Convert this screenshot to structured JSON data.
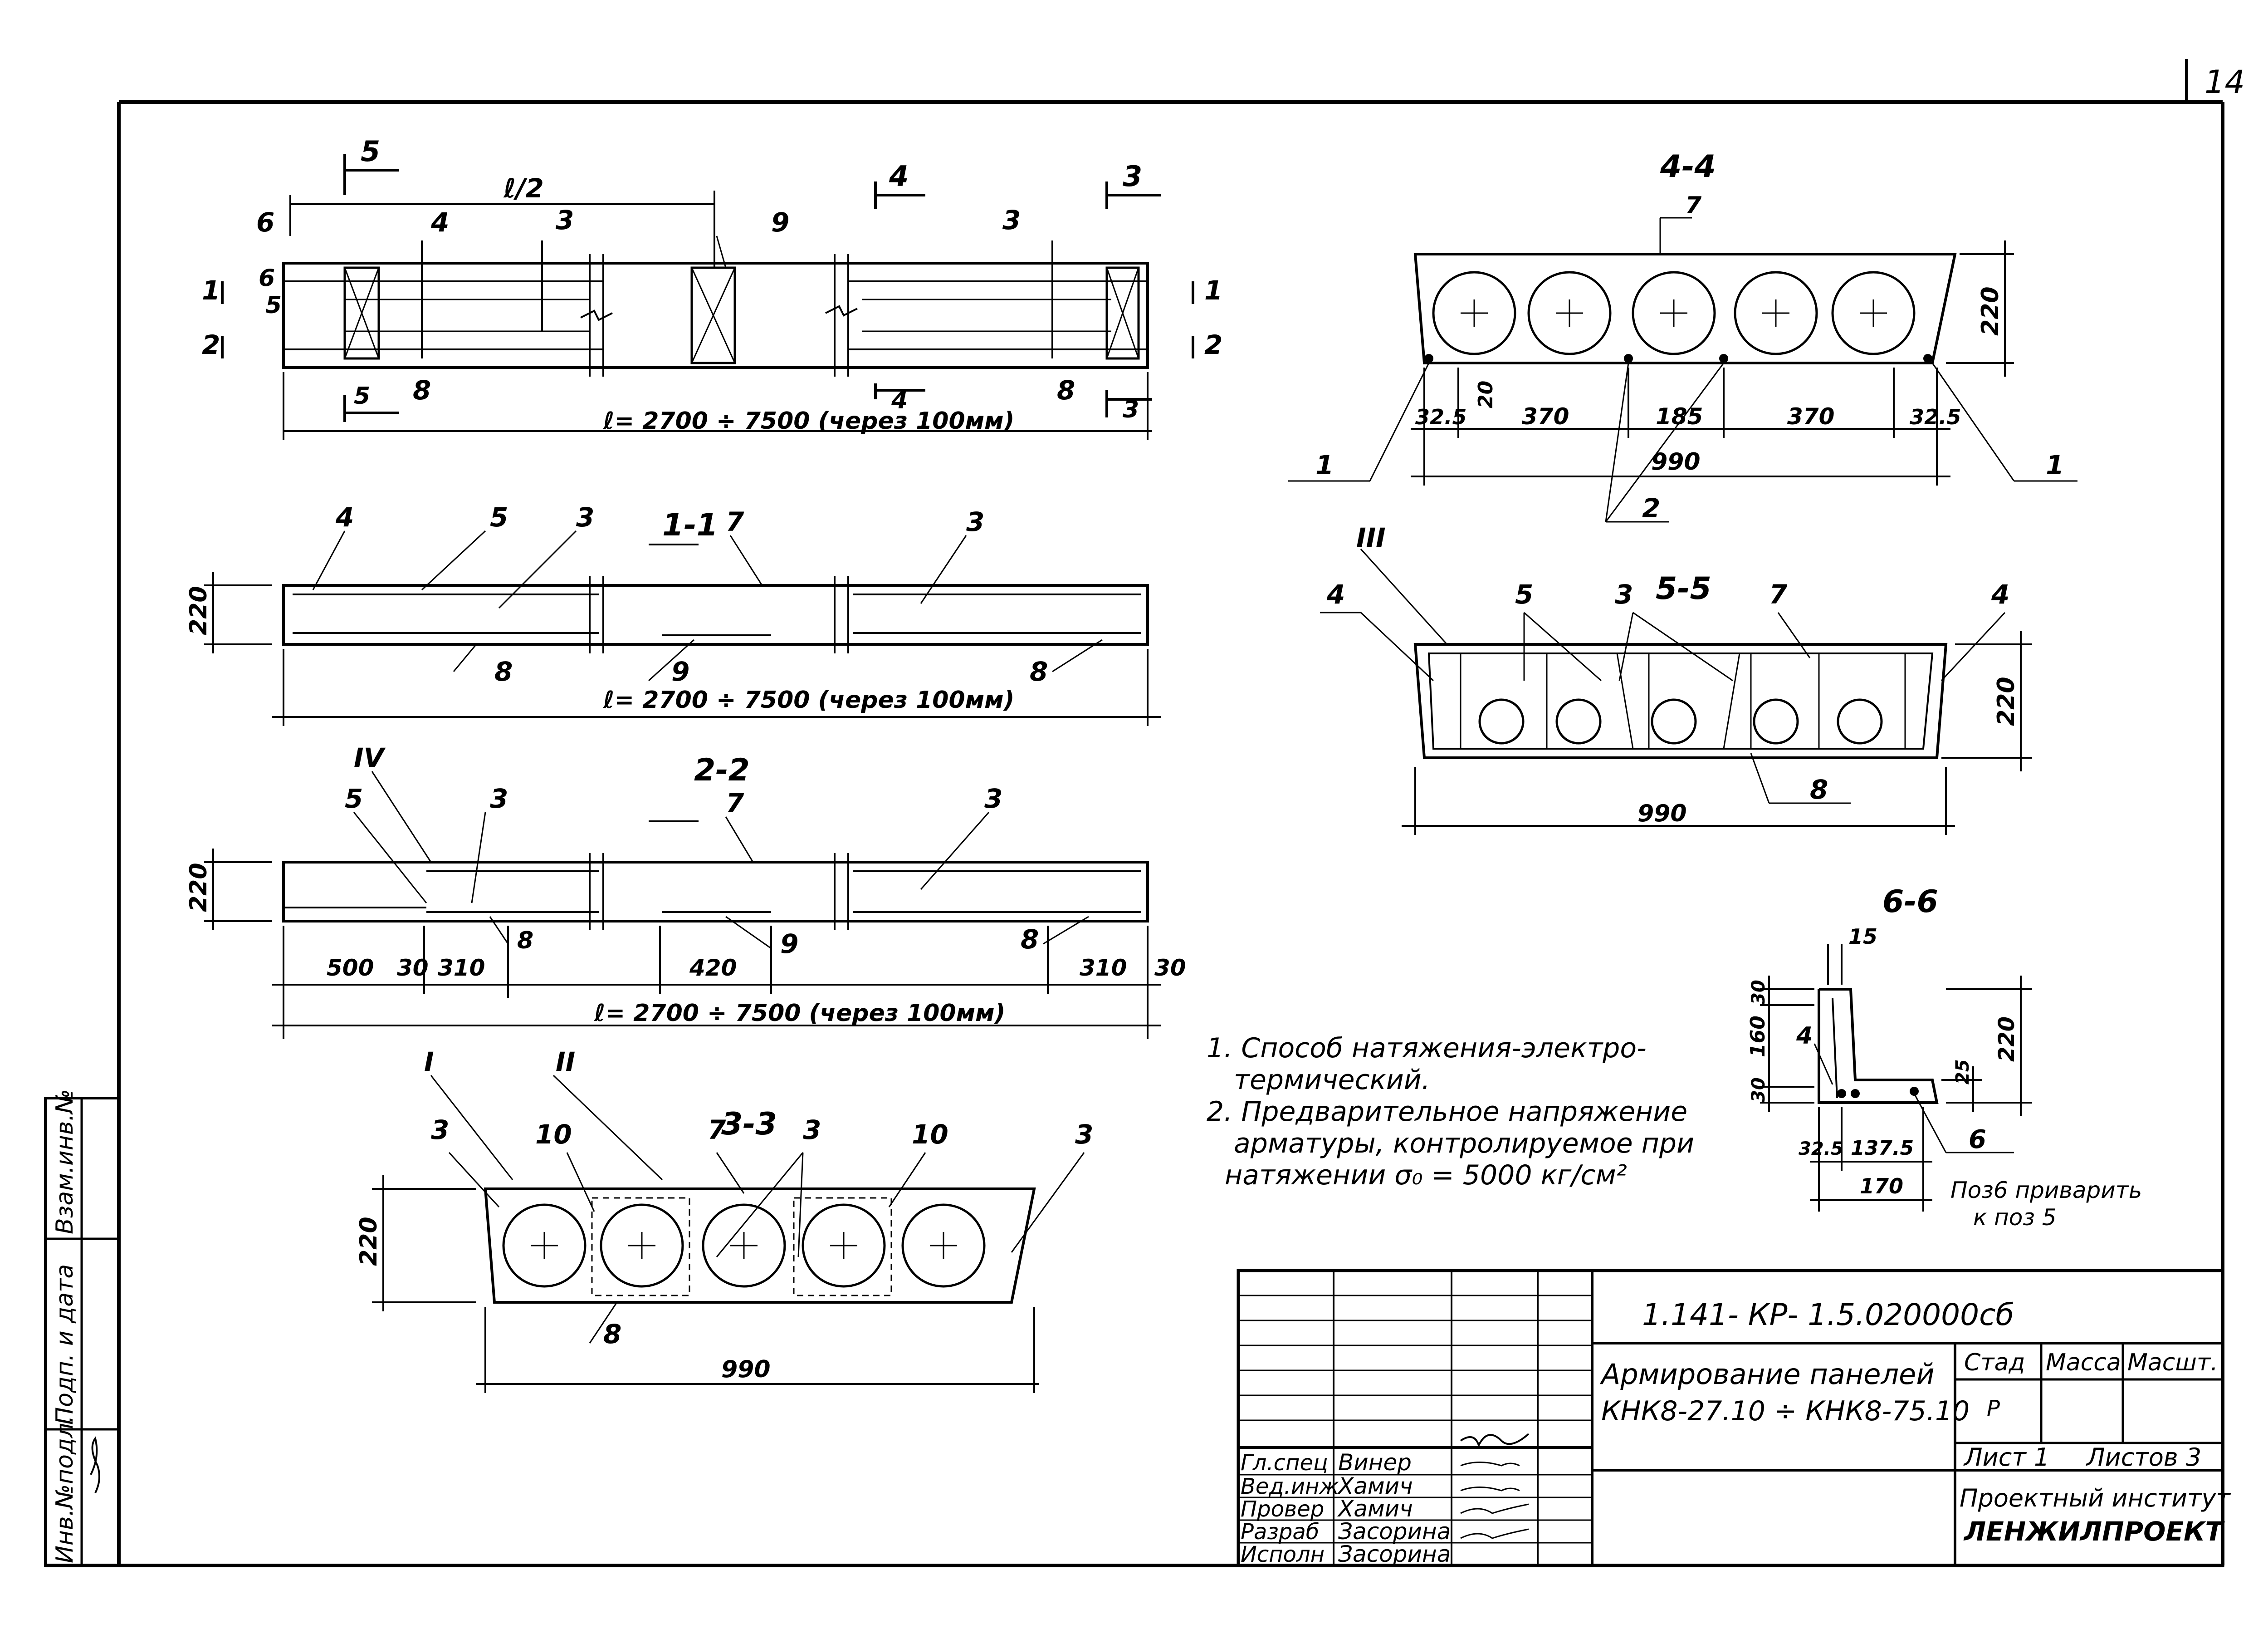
{
  "sheet_number": "14",
  "plan": {
    "top": {
      "half_span": "ℓ/2",
      "length": "ℓ= 2700 ÷ 7500 (через 100мм)",
      "callouts": [
        "5",
        "4",
        "3",
        "6",
        "6",
        "5",
        "1",
        "2",
        "4",
        "3",
        "9",
        "3",
        "8",
        "5",
        "8",
        "4",
        "3",
        "1",
        "2"
      ]
    },
    "sec11": {
      "title": "1-1",
      "h": "220",
      "length": "ℓ= 2700 ÷ 7500 (через 100мм)",
      "callouts": [
        "4",
        "5",
        "3",
        "7",
        "3",
        "8",
        "9",
        "8"
      ]
    },
    "sec22": {
      "title": "2-2",
      "h": "220",
      "length": "ℓ= 2700 ÷ 7500 (через 100мм)",
      "roman": "IV",
      "callouts": [
        "5",
        "3",
        "7",
        "3",
        "8",
        "9",
        "8"
      ],
      "dims": [
        "500",
        "30",
        "310",
        "420",
        "310",
        "30"
      ]
    },
    "sec33": {
      "title": "3-3",
      "h": "220",
      "w": "990",
      "roman_1": "I",
      "roman_2": "II",
      "callouts": [
        "3",
        "10",
        "7",
        "3",
        "10",
        "3",
        "8"
      ]
    },
    "sec44": {
      "title": "4-4",
      "h": "220",
      "w": "990",
      "small": "20",
      "dims": [
        "32.5",
        "370",
        "185",
        "370",
        "32.5"
      ],
      "callouts": [
        "7",
        "1",
        "1",
        "2"
      ]
    },
    "sec55": {
      "title": "5-5",
      "h": "220",
      "w": "990",
      "roman": "III",
      "callouts": [
        "4",
        "5",
        "3",
        "7",
        "4",
        "8"
      ]
    },
    "sec66": {
      "title": "6-6",
      "dims_left": [
        "30",
        "160",
        "30"
      ],
      "top": "15",
      "h": "220",
      "side": "25",
      "bottom": [
        "32.5",
        "137.5"
      ],
      "total": "170",
      "callouts": [
        "4",
        "6"
      ],
      "note": "Поз6 приварить\nк поз 5"
    }
  },
  "notes": {
    "line1": "1. Способ натяжения-электро-",
    "line2": "термический.",
    "line3": "2. Предварительное напряжение",
    "line4": "арматуры, контролируемое при",
    "line5": "натяжении σ₀ = 5000 кг/см²"
  },
  "titleblock": {
    "code": "1.141- КР- 1.5.020000сб",
    "title_1": "Армирование панелей",
    "title_2": "КНК8-27.10 ÷ КНК8-75.10",
    "stage_hdr": "Стад",
    "mass_hdr": "Масса",
    "scale_hdr": "Масшт.",
    "stage": "Р",
    "sheet": "Лист 1",
    "sheets": "Листов 3",
    "org_1": "Проектный институт",
    "org_2": "ЛЕНЖИЛПРОЕКТ",
    "roles": [
      "Гл.спец",
      "Вед.инж",
      "Провер",
      "Разраб",
      "Исполн"
    ],
    "names": [
      "Винер",
      "Хамич",
      "Хамич",
      "Засорина",
      "Засорина"
    ]
  },
  "sidebar": {
    "cell1": "Инв.№подл.",
    "cell2": "Подп. и дата",
    "cell3": "Взам.инв.№"
  }
}
